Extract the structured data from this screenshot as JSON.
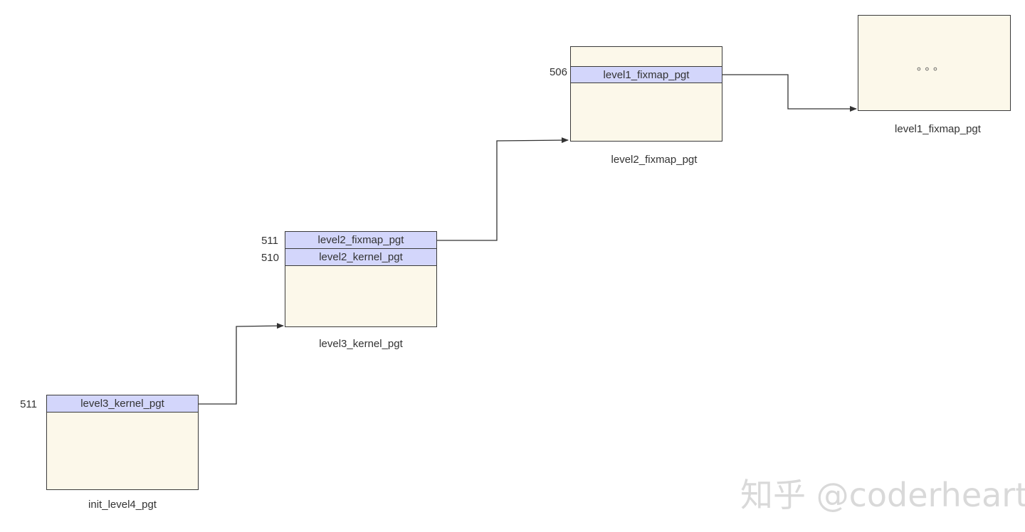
{
  "tables": {
    "init_level4": {
      "caption": "init_level4_pgt",
      "entries": [
        {
          "index": "511",
          "label": "level3_kernel_pgt"
        }
      ]
    },
    "level3_kernel": {
      "caption": "level3_kernel_pgt",
      "entries": [
        {
          "index": "511",
          "label": "level2_fixmap_pgt"
        },
        {
          "index": "510",
          "label": "level2_kernel_pgt"
        }
      ]
    },
    "level2_fixmap": {
      "caption": "level2_fixmap_pgt",
      "entries": [
        {
          "index": "506",
          "label": "level1_fixmap_pgt"
        }
      ]
    },
    "level1_fixmap": {
      "caption": "level1_fixmap_pgt",
      "content": "。。。"
    }
  },
  "watermark": "知乎 @coderheart",
  "colors": {
    "table_fill": "#fcf8ea",
    "entry_fill": "#d3d6fb",
    "border": "#3a3a3a"
  }
}
